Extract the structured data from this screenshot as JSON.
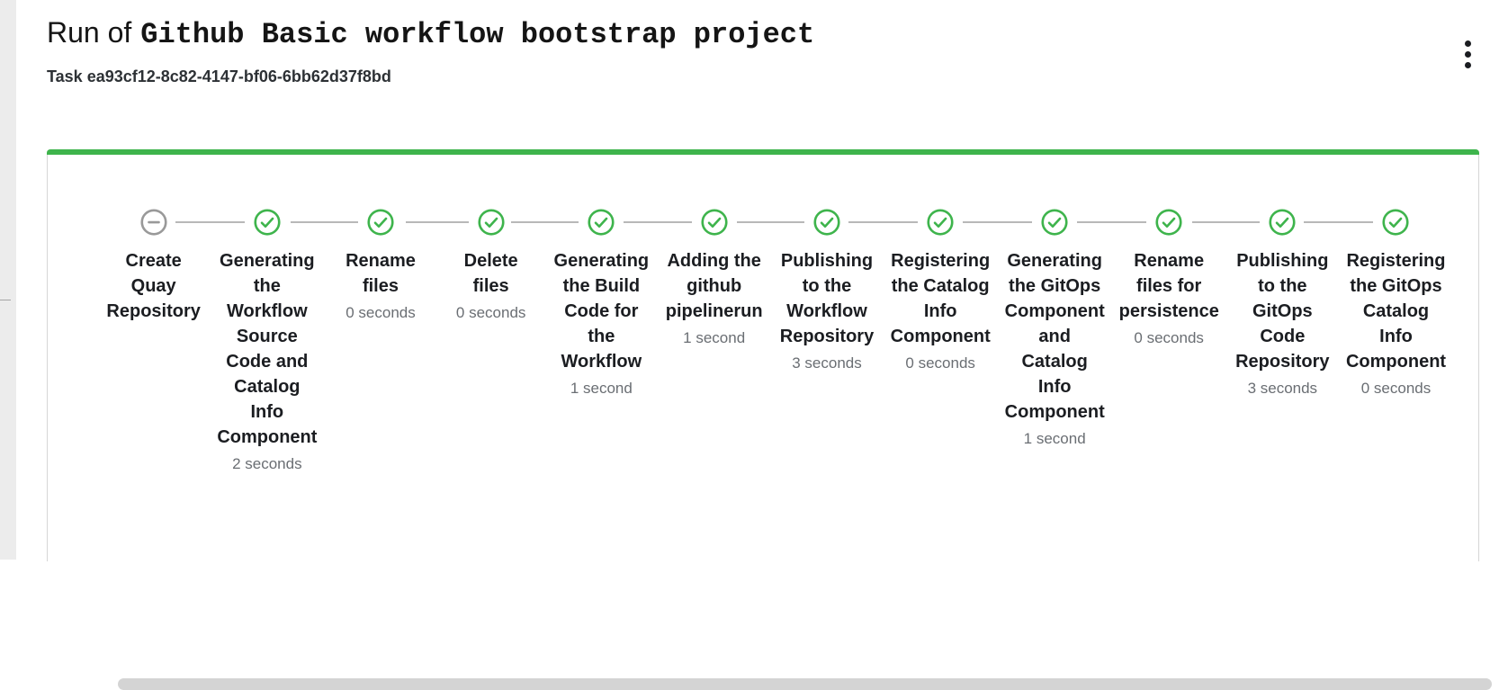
{
  "header": {
    "title_prefix": "Run of",
    "template_name": "Github Basic workflow bootstrap project",
    "task_id": "Task ea93cf12-8c82-4147-bf06-6bb62d37f8bd",
    "menu_icon": "kebab-menu-icon"
  },
  "colors": {
    "success_green": "#3eb44c",
    "skipped_gray": "#999999",
    "connector_gray": "#b8b8b8",
    "card_border": "#d6d6d6",
    "label_text": "#1b1d21",
    "duration_text": "#6a6e73",
    "scrollbar_thumb": "#d4d4d4",
    "sidebar_strip": "#ececec",
    "title_text": "#151515"
  },
  "stepper": {
    "steps": [
      {
        "label": "Create Quay Repository",
        "duration": "",
        "status": "skipped",
        "icon": "minus-circle-icon"
      },
      {
        "label": "Generating the Workflow Source Code and Catalog Info Component",
        "duration": "2 seconds",
        "status": "completed",
        "icon": "check-circle-icon"
      },
      {
        "label": "Rename files",
        "duration": "0 seconds",
        "status": "completed",
        "icon": "check-circle-icon"
      },
      {
        "label": "Delete files",
        "duration": "0 seconds",
        "status": "completed",
        "icon": "check-circle-icon"
      },
      {
        "label": "Generating the Build Code for the Workflow",
        "duration": "1 second",
        "status": "completed",
        "icon": "check-circle-icon"
      },
      {
        "label": "Adding the github pipelinerun",
        "duration": "1 second",
        "status": "completed",
        "icon": "check-circle-icon"
      },
      {
        "label": "Publishing to the Workflow Repository",
        "duration": "3 seconds",
        "status": "completed",
        "icon": "check-circle-icon"
      },
      {
        "label": "Registering the Catalog Info Component",
        "duration": "0 seconds",
        "status": "completed",
        "icon": "check-circle-icon"
      },
      {
        "label": "Generating the GitOps Component and Catalog Info Component",
        "duration": "1 second",
        "status": "completed",
        "icon": "check-circle-icon"
      },
      {
        "label": "Rename files for persistence",
        "duration": "0 seconds",
        "status": "completed",
        "icon": "check-circle-icon"
      },
      {
        "label": "Publishing to the GitOps Code Repository",
        "duration": "3 seconds",
        "status": "completed",
        "icon": "check-circle-icon"
      },
      {
        "label": "Registering the GitOps Catalog Info Component",
        "duration": "0 seconds",
        "status": "completed",
        "icon": "check-circle-icon"
      }
    ]
  },
  "scrollbar": {
    "orientation": "horizontal"
  }
}
